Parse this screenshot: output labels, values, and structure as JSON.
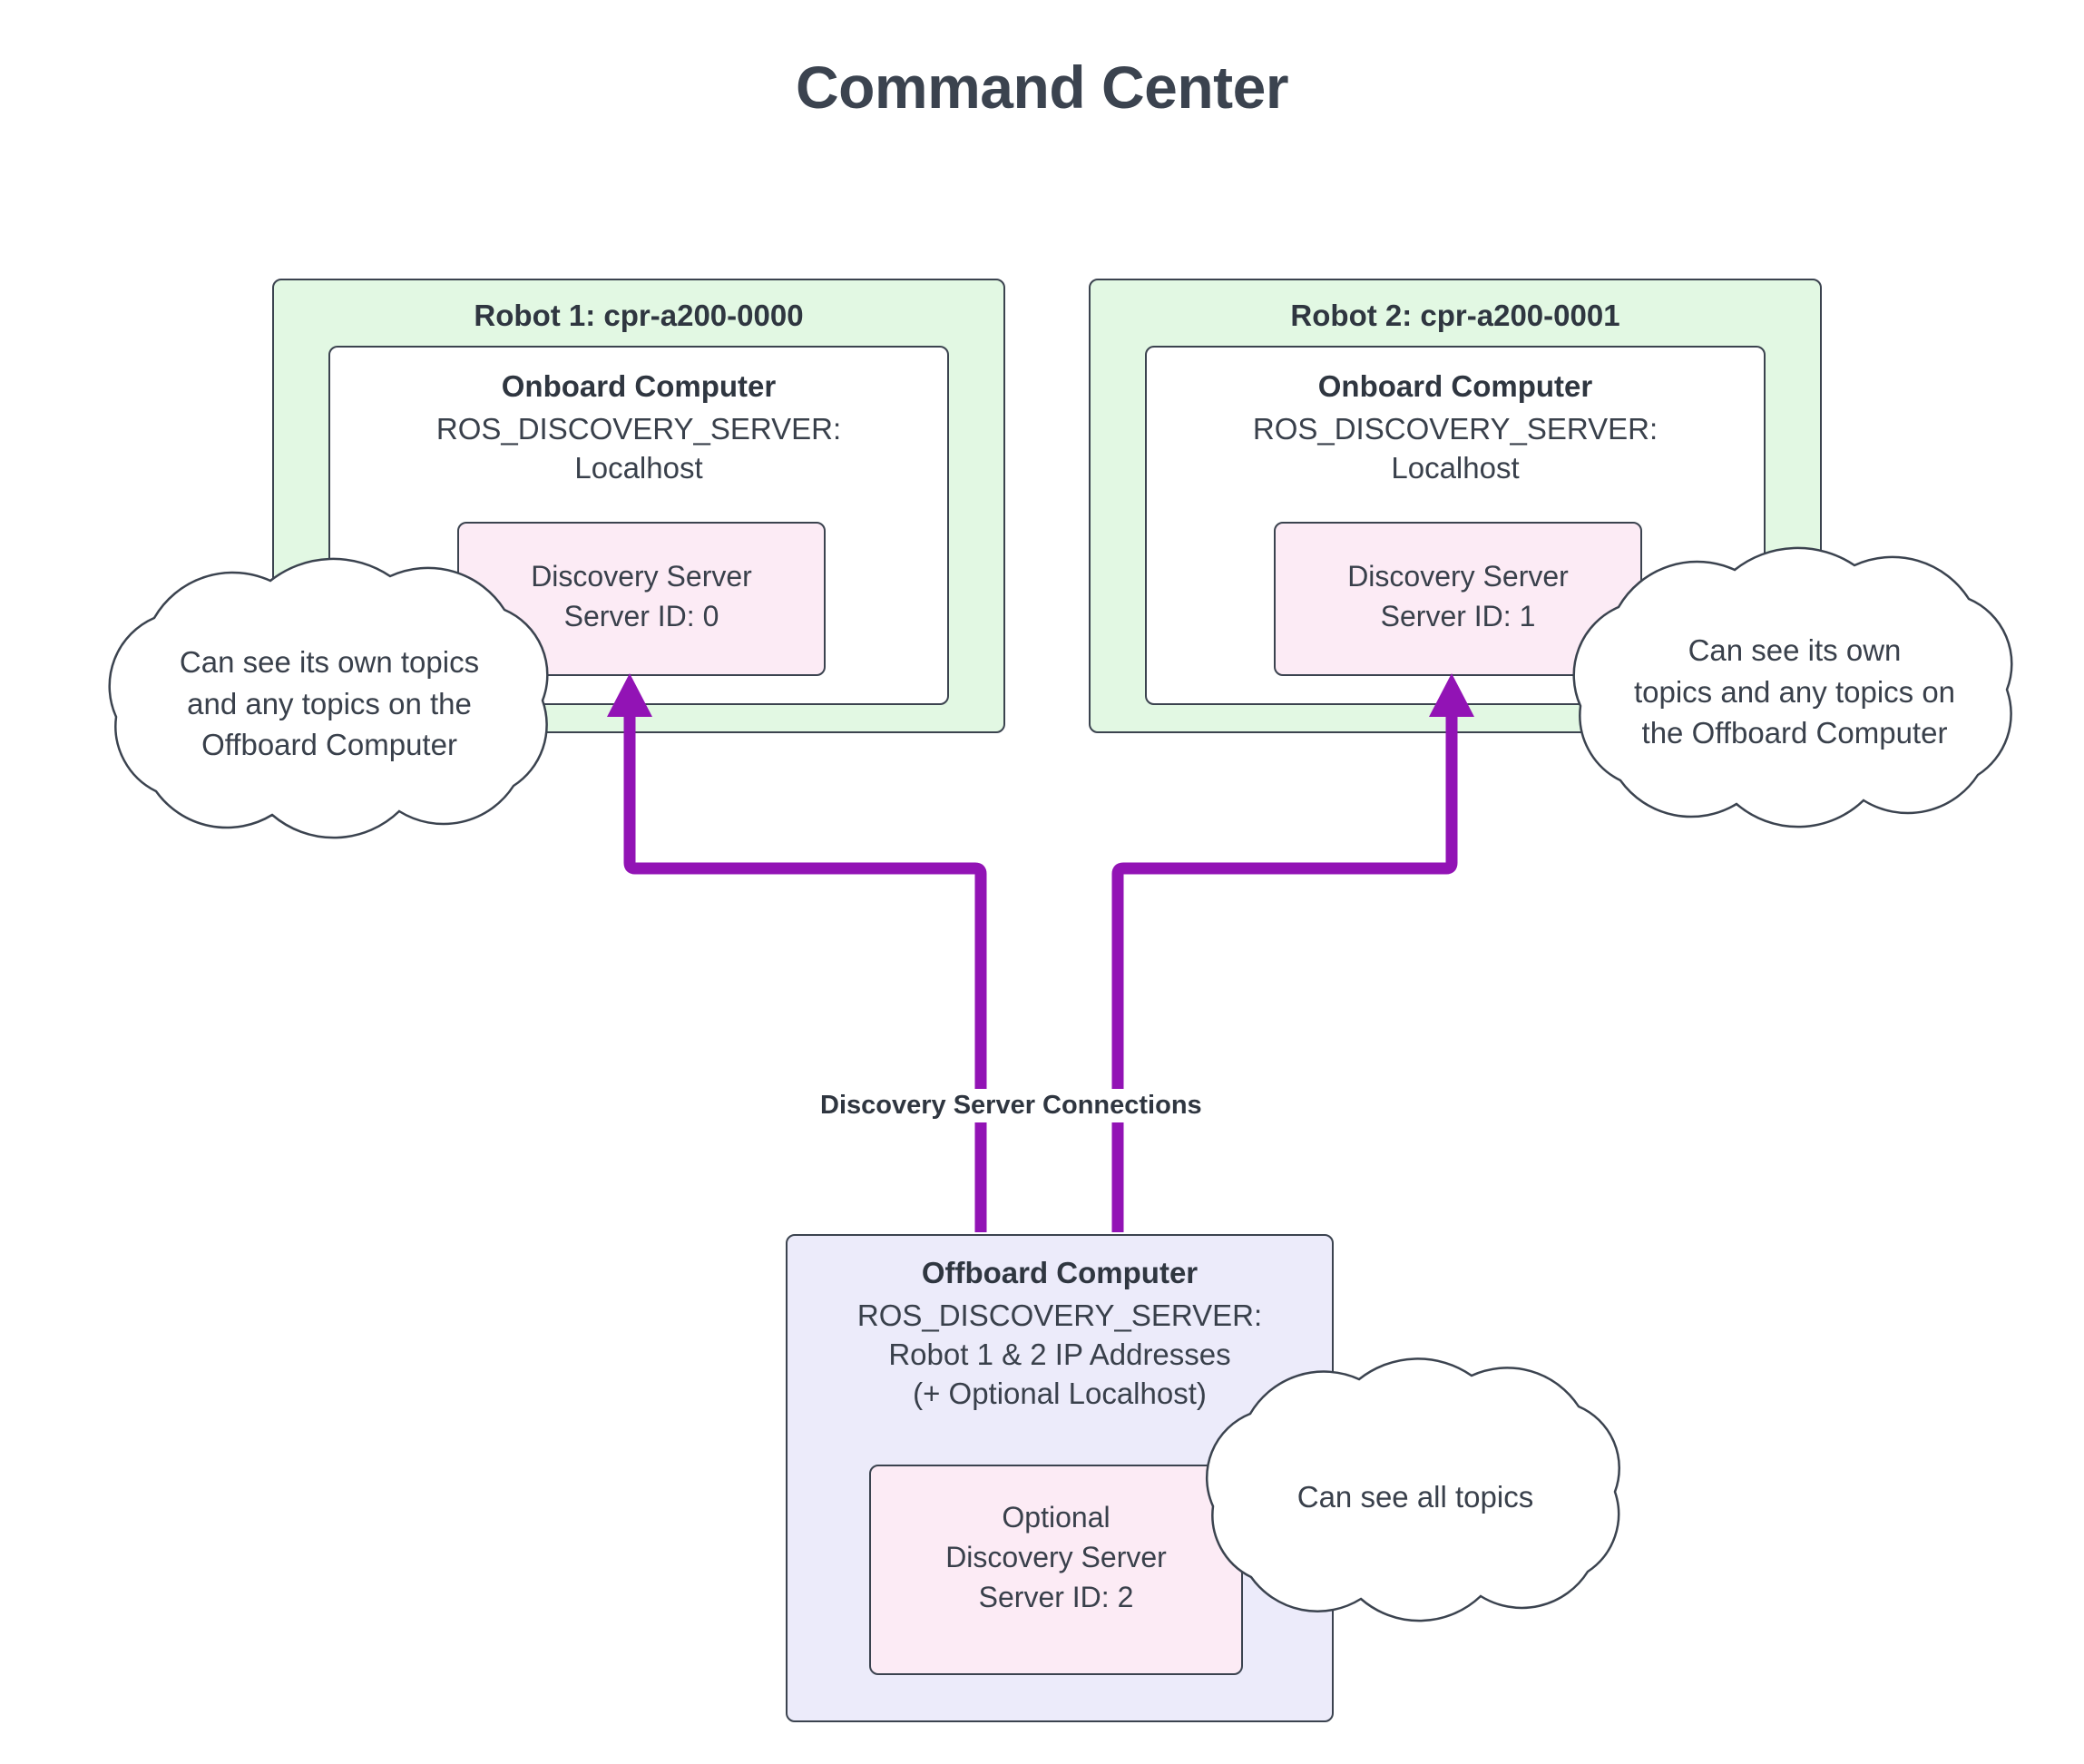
{
  "title": "Command Center",
  "colors": {
    "title_text": "#3b434f",
    "robot_fill": "#e2f8e3",
    "computer_fill": "#ffffff",
    "discovery_server_fill": "#fcebf5",
    "offboard_fill": "#ecebfa",
    "border": "#3b434f",
    "connection": "#9213b5",
    "background": "#ffffff"
  },
  "robots": [
    {
      "label": "Robot 1: cpr-a200-0000",
      "computer": {
        "title": "Onboard Computer",
        "env_var": "ROS_DISCOVERY_SERVER:",
        "env_value": "Localhost"
      },
      "discovery_server": {
        "line1": "Discovery Server",
        "line2": "Server ID: 0"
      },
      "note": {
        "line1": "Can see its own topics",
        "line2": "and any topics on the",
        "line3": "Offboard Computer"
      }
    },
    {
      "label": "Robot 2: cpr-a200-0001",
      "computer": {
        "title": "Onboard Computer",
        "env_var": "ROS_DISCOVERY_SERVER:",
        "env_value": "Localhost"
      },
      "discovery_server": {
        "line1": "Discovery Server",
        "line2": "Server ID: 1"
      },
      "note": {
        "line1": "Can see its own",
        "line2": "topics and any topics on",
        "line3": "the Offboard Computer"
      }
    }
  ],
  "offboard": {
    "title": "Offboard Computer",
    "env_var": "ROS_DISCOVERY_SERVER:",
    "env_value_line1": "Robot 1 & 2 IP Addresses",
    "env_value_line2": "(+ Optional Localhost)",
    "discovery_server": {
      "line1": "Optional",
      "line2": "Discovery Server",
      "line3": "Server ID: 2"
    },
    "note": {
      "line1": "Can see all topics"
    }
  },
  "connections": {
    "label": "Discovery Server Connections"
  }
}
